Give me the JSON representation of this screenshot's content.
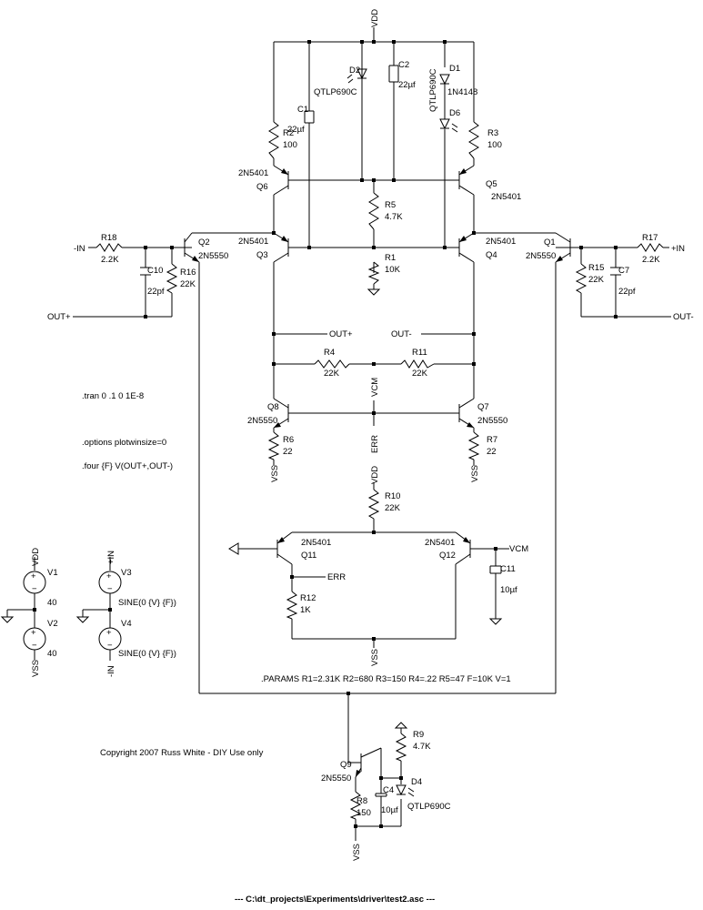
{
  "schematic": {
    "nets": {
      "vdd": "VDD",
      "vss": "VSS",
      "in_neg": "-IN",
      "in_pos": "+IN",
      "out_pos": "OUT+",
      "out_neg": "OUT-",
      "vcm": "VCM",
      "err": "ERR"
    },
    "resistors": {
      "r1": {
        "name": "R1",
        "value": "10K"
      },
      "r2": {
        "name": "R2",
        "value": "100"
      },
      "r3": {
        "name": "R3",
        "value": "100"
      },
      "r4": {
        "name": "R4",
        "value": "22K"
      },
      "r5": {
        "name": "R5",
        "value": "4.7K"
      },
      "r6": {
        "name": "R6",
        "value": "22"
      },
      "r7": {
        "name": "R7",
        "value": "22"
      },
      "r8": {
        "name": "R8",
        "value": "150"
      },
      "r9": {
        "name": "R9",
        "value": "4.7K"
      },
      "r10": {
        "name": "R10",
        "value": "22K"
      },
      "r11": {
        "name": "R11",
        "value": "22K"
      },
      "r12": {
        "name": "R12",
        "value": "1K"
      },
      "r15": {
        "name": "R15",
        "value": "22K"
      },
      "r16": {
        "name": "R16",
        "value": "22K"
      },
      "r17": {
        "name": "R17",
        "value": "2.2K"
      },
      "r18": {
        "name": "R18",
        "value": "2.2K"
      }
    },
    "capacitors": {
      "c1": {
        "name": "C1",
        "value": "22µf"
      },
      "c2": {
        "name": "C2",
        "value": "22µf"
      },
      "c4": {
        "name": "C4",
        "value": "10µf"
      },
      "c7": {
        "name": "C7",
        "value": "22pf"
      },
      "c10": {
        "name": "C10",
        "value": "22pf"
      },
      "c11": {
        "name": "C11",
        "value": "10µf"
      }
    },
    "diodes": {
      "d1": {
        "name": "D1",
        "value": "1N4148"
      },
      "d2": {
        "name": "D2",
        "value": "QTLP690C"
      },
      "d4": {
        "name": "D4",
        "value": "QTLP690C"
      },
      "d6": {
        "name": "D6",
        "value": "QTLP690C"
      }
    },
    "transistors": {
      "q1": {
        "name": "Q1",
        "value": "2N5550"
      },
      "q2": {
        "name": "Q2",
        "value": "2N5550"
      },
      "q3": {
        "name": "Q3",
        "value": "2N5401"
      },
      "q4": {
        "name": "Q4",
        "value": "2N5401"
      },
      "q5": {
        "name": "Q5",
        "value": "2N5401"
      },
      "q6": {
        "name": "Q6",
        "value": "2N5401"
      },
      "q7": {
        "name": "Q7",
        "value": "2N5550"
      },
      "q8": {
        "name": "Q8",
        "value": "2N5550"
      },
      "q9": {
        "name": "Q9",
        "value": "2N5550"
      },
      "q11": {
        "name": "Q11",
        "value": "2N5401"
      },
      "q12": {
        "name": "Q12",
        "value": "2N5401"
      }
    },
    "sources": {
      "v1": {
        "name": "V1",
        "value": "40"
      },
      "v2": {
        "name": "V2",
        "value": "40"
      },
      "v3": {
        "name": "V3",
        "value": "SINE(0 {V} {F})"
      },
      "v4": {
        "name": "V4",
        "value": "SINE(0 {V} {F})"
      }
    },
    "directives": {
      "tran": ".tran 0 .1 0 1E-8",
      "options": ".options plotwinsize=0",
      "four": ".four {F} V(OUT+,OUT-)",
      "params": ".PARAMS R1=2.31K R2=680 R3=150 R4=.22 R5=47 F=10K V=1"
    },
    "copyright": "Copyright 2007 Russ White - DIY Use only",
    "footer": "--- C:\\dt_projects\\Experiments\\driver\\test2.asc ---"
  }
}
